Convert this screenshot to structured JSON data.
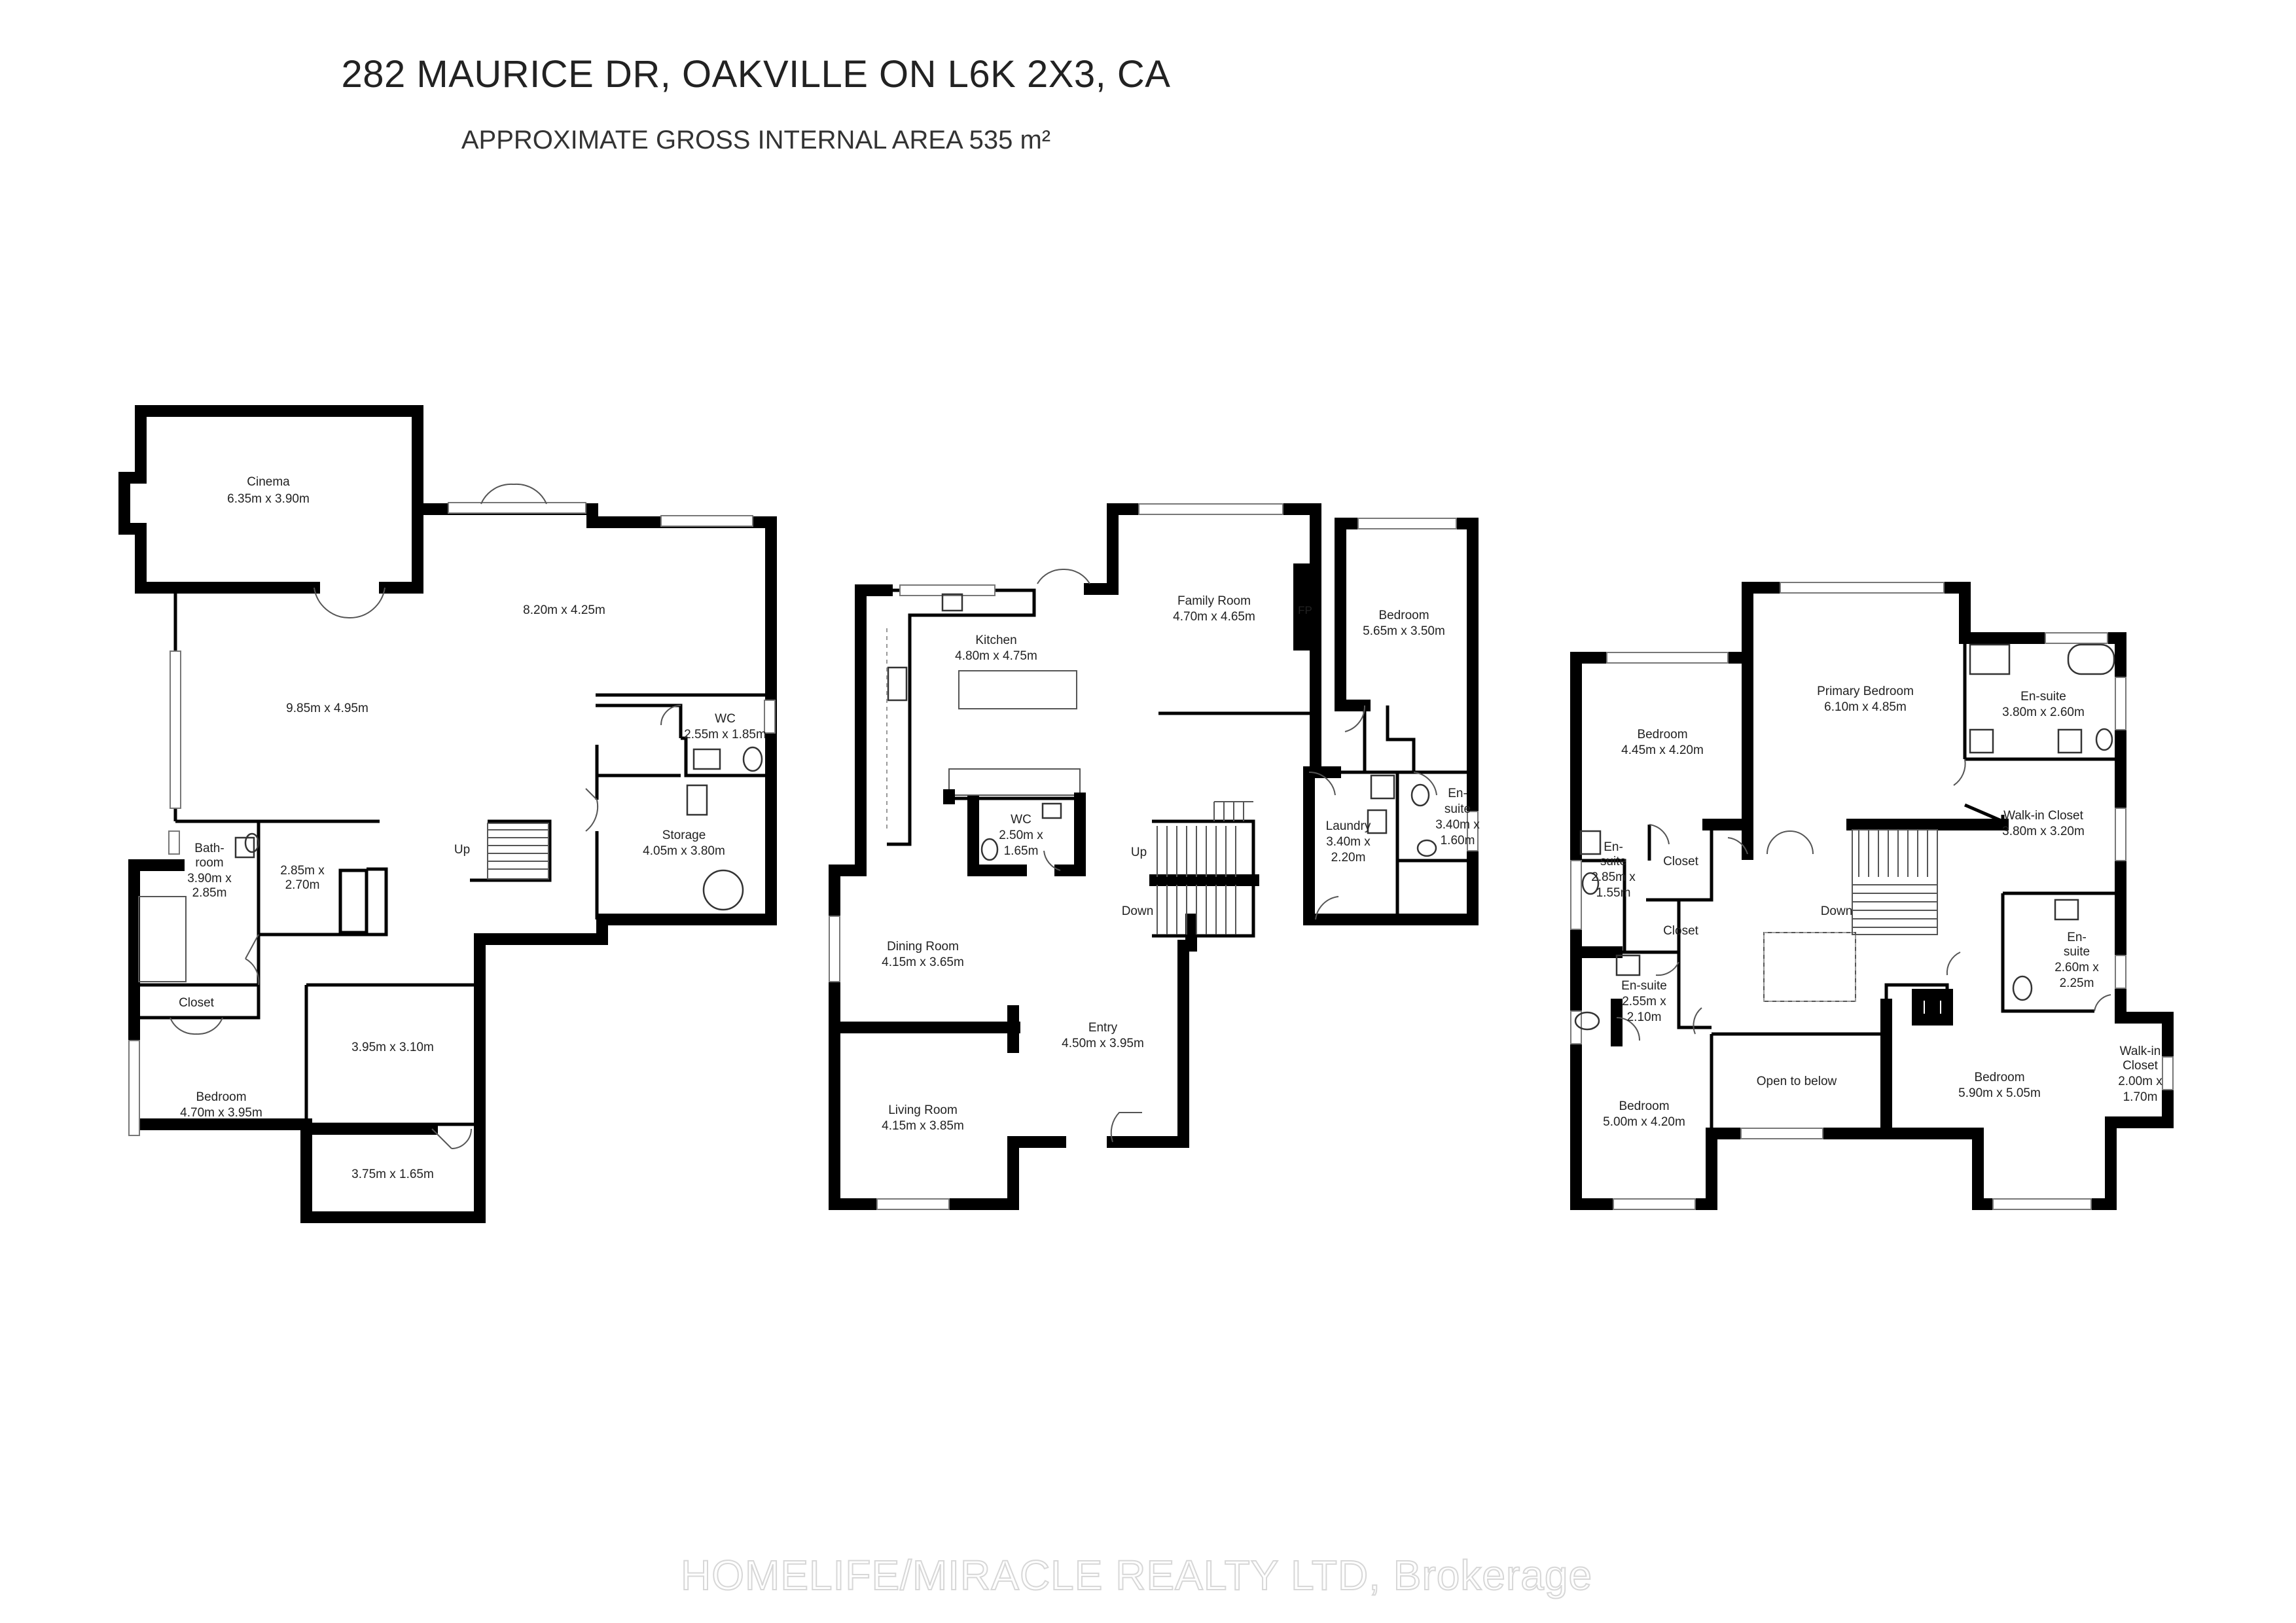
{
  "header": {
    "title": "282 MAURICE DR, OAKVILLE ON L6K 2X3, CA",
    "subtitle": "APPROXIMATE GROSS INTERNAL AREA 535 m²"
  },
  "basement": {
    "cinema": {
      "name": "Cinema",
      "dims": "6.35m x 3.90m"
    },
    "rec_upper": {
      "dims": "8.20m x 4.25m"
    },
    "rec_main": {
      "dims": "9.85m x 4.95m"
    },
    "wc": {
      "name": "WC",
      "dims": "2.55m x 1.85m"
    },
    "storage": {
      "name": "Storage",
      "dims": "4.05m x 3.80m"
    },
    "bathroom": {
      "name1": "Bath-",
      "name2": "room",
      "dims1": "3.90m x",
      "dims2": "2.85m"
    },
    "small_room": {
      "dims1": "2.85m x",
      "dims2": "2.70m"
    },
    "stairs_up": "Up",
    "closet": "Closet",
    "bedroom": {
      "name": "Bedroom",
      "dims": "4.70m x 3.95m"
    },
    "room_a": {
      "dims": "3.95m x 3.10m"
    },
    "room_b": {
      "dims": "3.75m x 1.65m"
    }
  },
  "main_floor": {
    "kitchen": {
      "name": "Kitchen",
      "dims": "4.80m x 4.75m"
    },
    "family_room": {
      "name": "Family Room",
      "dims": "4.70m x 4.65m"
    },
    "fireplace": "FP",
    "bedroom": {
      "name": "Bedroom",
      "dims": "5.65m x 3.50m"
    },
    "wc": {
      "name": "WC",
      "dims1": "2.50m x",
      "dims2": "1.65m"
    },
    "laundry": {
      "name": "Laundry",
      "dims1": "3.40m x",
      "dims2": "2.20m"
    },
    "ensuite": {
      "name1": "En-",
      "name2": "suite",
      "dims1": "3.40m x",
      "dims2": "1.60m"
    },
    "stairs_up": "Up",
    "stairs_down": "Down",
    "dining": {
      "name": "Dining Room",
      "dims": "4.15m x 3.65m"
    },
    "entry": {
      "name": "Entry",
      "dims": "4.50m x 3.95m"
    },
    "living": {
      "name": "Living Room",
      "dims": "4.15m x 3.85m"
    }
  },
  "upper_floor": {
    "bedroom1": {
      "name": "Bedroom",
      "dims": "4.45m x 4.20m"
    },
    "primary": {
      "name": "Primary Bedroom",
      "dims": "6.10m x 4.85m"
    },
    "ensuite_primary": {
      "name": "En-suite",
      "dims": "3.80m x 2.60m"
    },
    "walkin_primary": {
      "name": "Walk-in Closet",
      "dims": "3.80m x 3.20m"
    },
    "ensuite_a": {
      "name1": "En-",
      "name2": "suite",
      "dims1": "2.85m x",
      "dims2": "1.55m"
    },
    "closet_a": "Closet",
    "closet_b": "Closet",
    "stairs_down": "Down",
    "ensuite_c": {
      "name": "En-suite",
      "dims1": "2.60m x",
      "dims2": "2.25m",
      "name1": "En-",
      "name2": "suite"
    },
    "ensuite_b": {
      "name": "En-suite",
      "dims1": "2.55m x",
      "dims2": "2.10m"
    },
    "open_to_below": "Open to below",
    "bedroom2": {
      "name": "Bedroom",
      "dims": "5.00m x 4.20m"
    },
    "bedroom3": {
      "name": "Bedroom",
      "dims": "5.90m x 5.05m"
    },
    "walkin_b": {
      "name1": "Walk-in",
      "name2": "Closet",
      "dims1": "2.00m x",
      "dims2": "1.70m"
    }
  },
  "watermark": "HOMELIFE/MIRACLE REALTY LTD, Brokerage"
}
